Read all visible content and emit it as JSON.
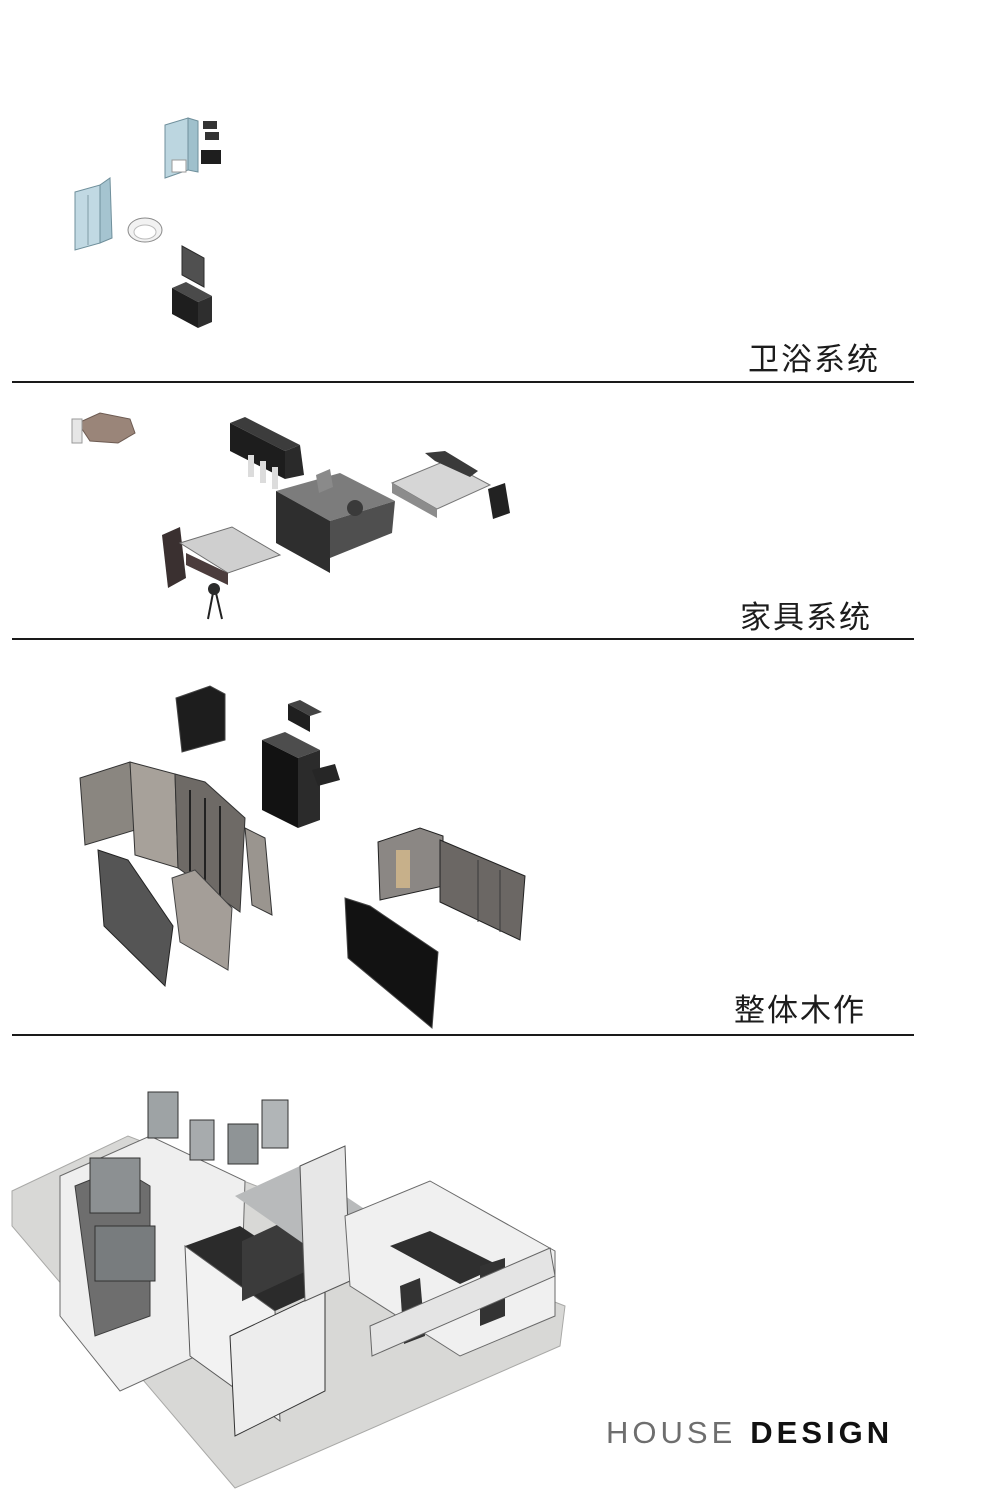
{
  "sections": [
    {
      "label": "卫浴系统"
    },
    {
      "label": "家具系统"
    },
    {
      "label": "整体木作"
    }
  ],
  "brand": {
    "light": "HOUSE",
    "bold": "DESIGN"
  }
}
